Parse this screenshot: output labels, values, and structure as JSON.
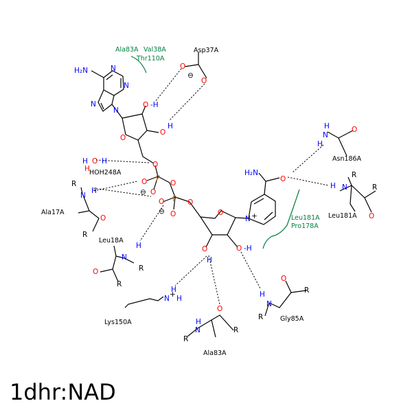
{
  "title": "1dhr:NAD",
  "residues": {
    "asp37": "Asp37A",
    "asn186": "Asn186A",
    "leu181": "Leu181A",
    "leu18": "Leu18A",
    "ala17": "Ala17A",
    "hoh248": "HOH248A",
    "lys150": "Lys150A",
    "ala83": "Ala83A",
    "gly85": "Gly85A"
  },
  "hydrophobic": {
    "top": [
      "Ala83A",
      "Val38A",
      "Thr110A"
    ],
    "right": [
      "Leu181A",
      "Pro178A"
    ]
  },
  "atoms": {
    "N": "N",
    "O": "O",
    "P": "P",
    "R": "R",
    "H": "H",
    "NH": "N",
    "nh2": "H₂N",
    "h2n": "H₂N",
    "minus": "⊖",
    "plus": "+",
    "oh": "O",
    "dash_h": "-H"
  },
  "colors": {
    "nitrogen": "#0000ff",
    "oxygen": "#ff0000",
    "phosphorus": "#cc6600",
    "hydrophobic": "#008040"
  }
}
